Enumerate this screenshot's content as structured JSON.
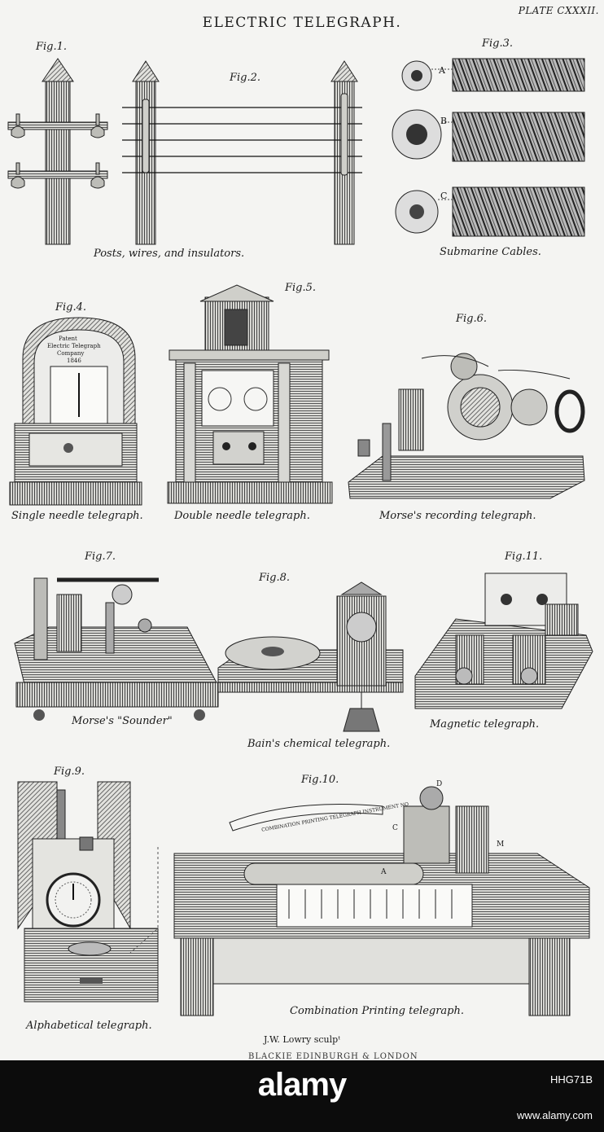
{
  "plate": {
    "title": "ELECTRIC TELEGRAPH.",
    "plate_number": "PLATE CXXXII.",
    "engraver": "J.W. Lowry sculpᵗ",
    "publisher": "BLACKIE EDINBURGH & LONDON"
  },
  "figures": [
    {
      "label": "Fig.1."
    },
    {
      "label": "Fig.2."
    },
    {
      "label": "Fig.3."
    },
    {
      "label": "Fig.4."
    },
    {
      "label": "Fig.5."
    },
    {
      "label": "Fig.6."
    },
    {
      "label": "Fig.7."
    },
    {
      "label": "Fig.8."
    },
    {
      "label": "Fig.11."
    },
    {
      "label": "Fig.9."
    },
    {
      "label": "Fig.10."
    }
  ],
  "captions": [
    {
      "text": "Posts, wires, and insulators."
    },
    {
      "text": "Submarine Cables."
    },
    {
      "text": "Single needle telegraph."
    },
    {
      "text": "Double needle telegraph."
    },
    {
      "text": "Morse's recording telegraph."
    },
    {
      "text": "Morse's \"Sounder\""
    },
    {
      "text": "Bain's chemical telegraph."
    },
    {
      "text": "Magnetic telegraph."
    },
    {
      "text": "Alphabetical telegraph."
    },
    {
      "text": "Combination Printing telegraph."
    }
  ],
  "cable_letters": [
    "A",
    "B",
    "C"
  ],
  "fig4_dial_text": [
    "Patent",
    "Electric Telegraph",
    "Company",
    "1846"
  ],
  "fig10_letters": {
    "tape": "COMBINATION PRINTING TELEGRAPH INSTRUMENT NO",
    "a": "A",
    "c": "C",
    "d": "D",
    "m": "M"
  },
  "watermark": {
    "logo": "alamy",
    "image_id": "HHG71B",
    "url": "www.alamy.com"
  }
}
